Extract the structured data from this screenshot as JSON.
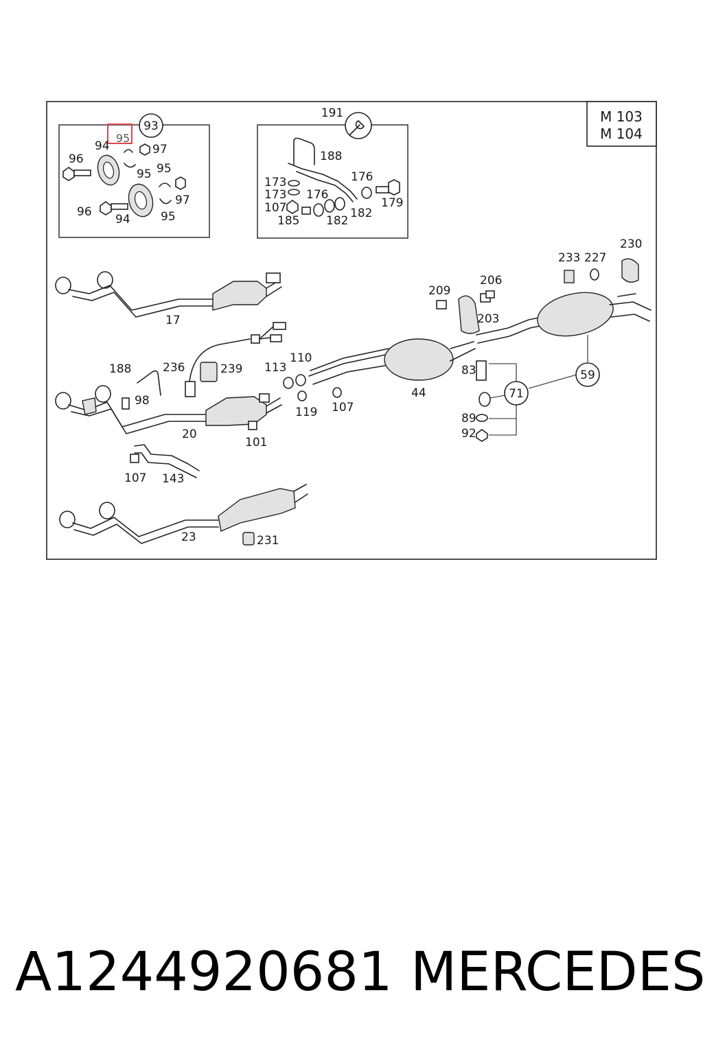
{
  "diagram": {
    "engine_codes": [
      "M 103",
      "M 104"
    ],
    "highlighted_label": "95",
    "kit_93": {
      "circle_label": "93",
      "labels": [
        "94",
        "97",
        "96",
        "95",
        "95",
        "96",
        "97",
        "94",
        "95"
      ]
    },
    "kit_191": {
      "circle_label": "191",
      "labels": [
        "188",
        "176",
        "173",
        "173",
        "176",
        "107",
        "179",
        "185",
        "182",
        "182"
      ]
    },
    "callouts": {
      "c17": "17",
      "c236": "236",
      "c239": "239",
      "c113": "113",
      "c110": "110",
      "c188": "188",
      "c98": "98",
      "c20": "20",
      "c101": "101",
      "c119": "119",
      "c107a": "107",
      "c107b": "107",
      "c143": "143",
      "c23": "23",
      "c231": "231",
      "c44": "44",
      "c209": "209",
      "c206": "206",
      "c203": "203",
      "c233": "233",
      "c227": "227",
      "c230": "230",
      "c83": "83",
      "c89": "89",
      "c92": "92",
      "c71": "71",
      "c59": "59"
    }
  },
  "caption": {
    "part_number": "A1244920681",
    "brand": "MERCEDES"
  }
}
